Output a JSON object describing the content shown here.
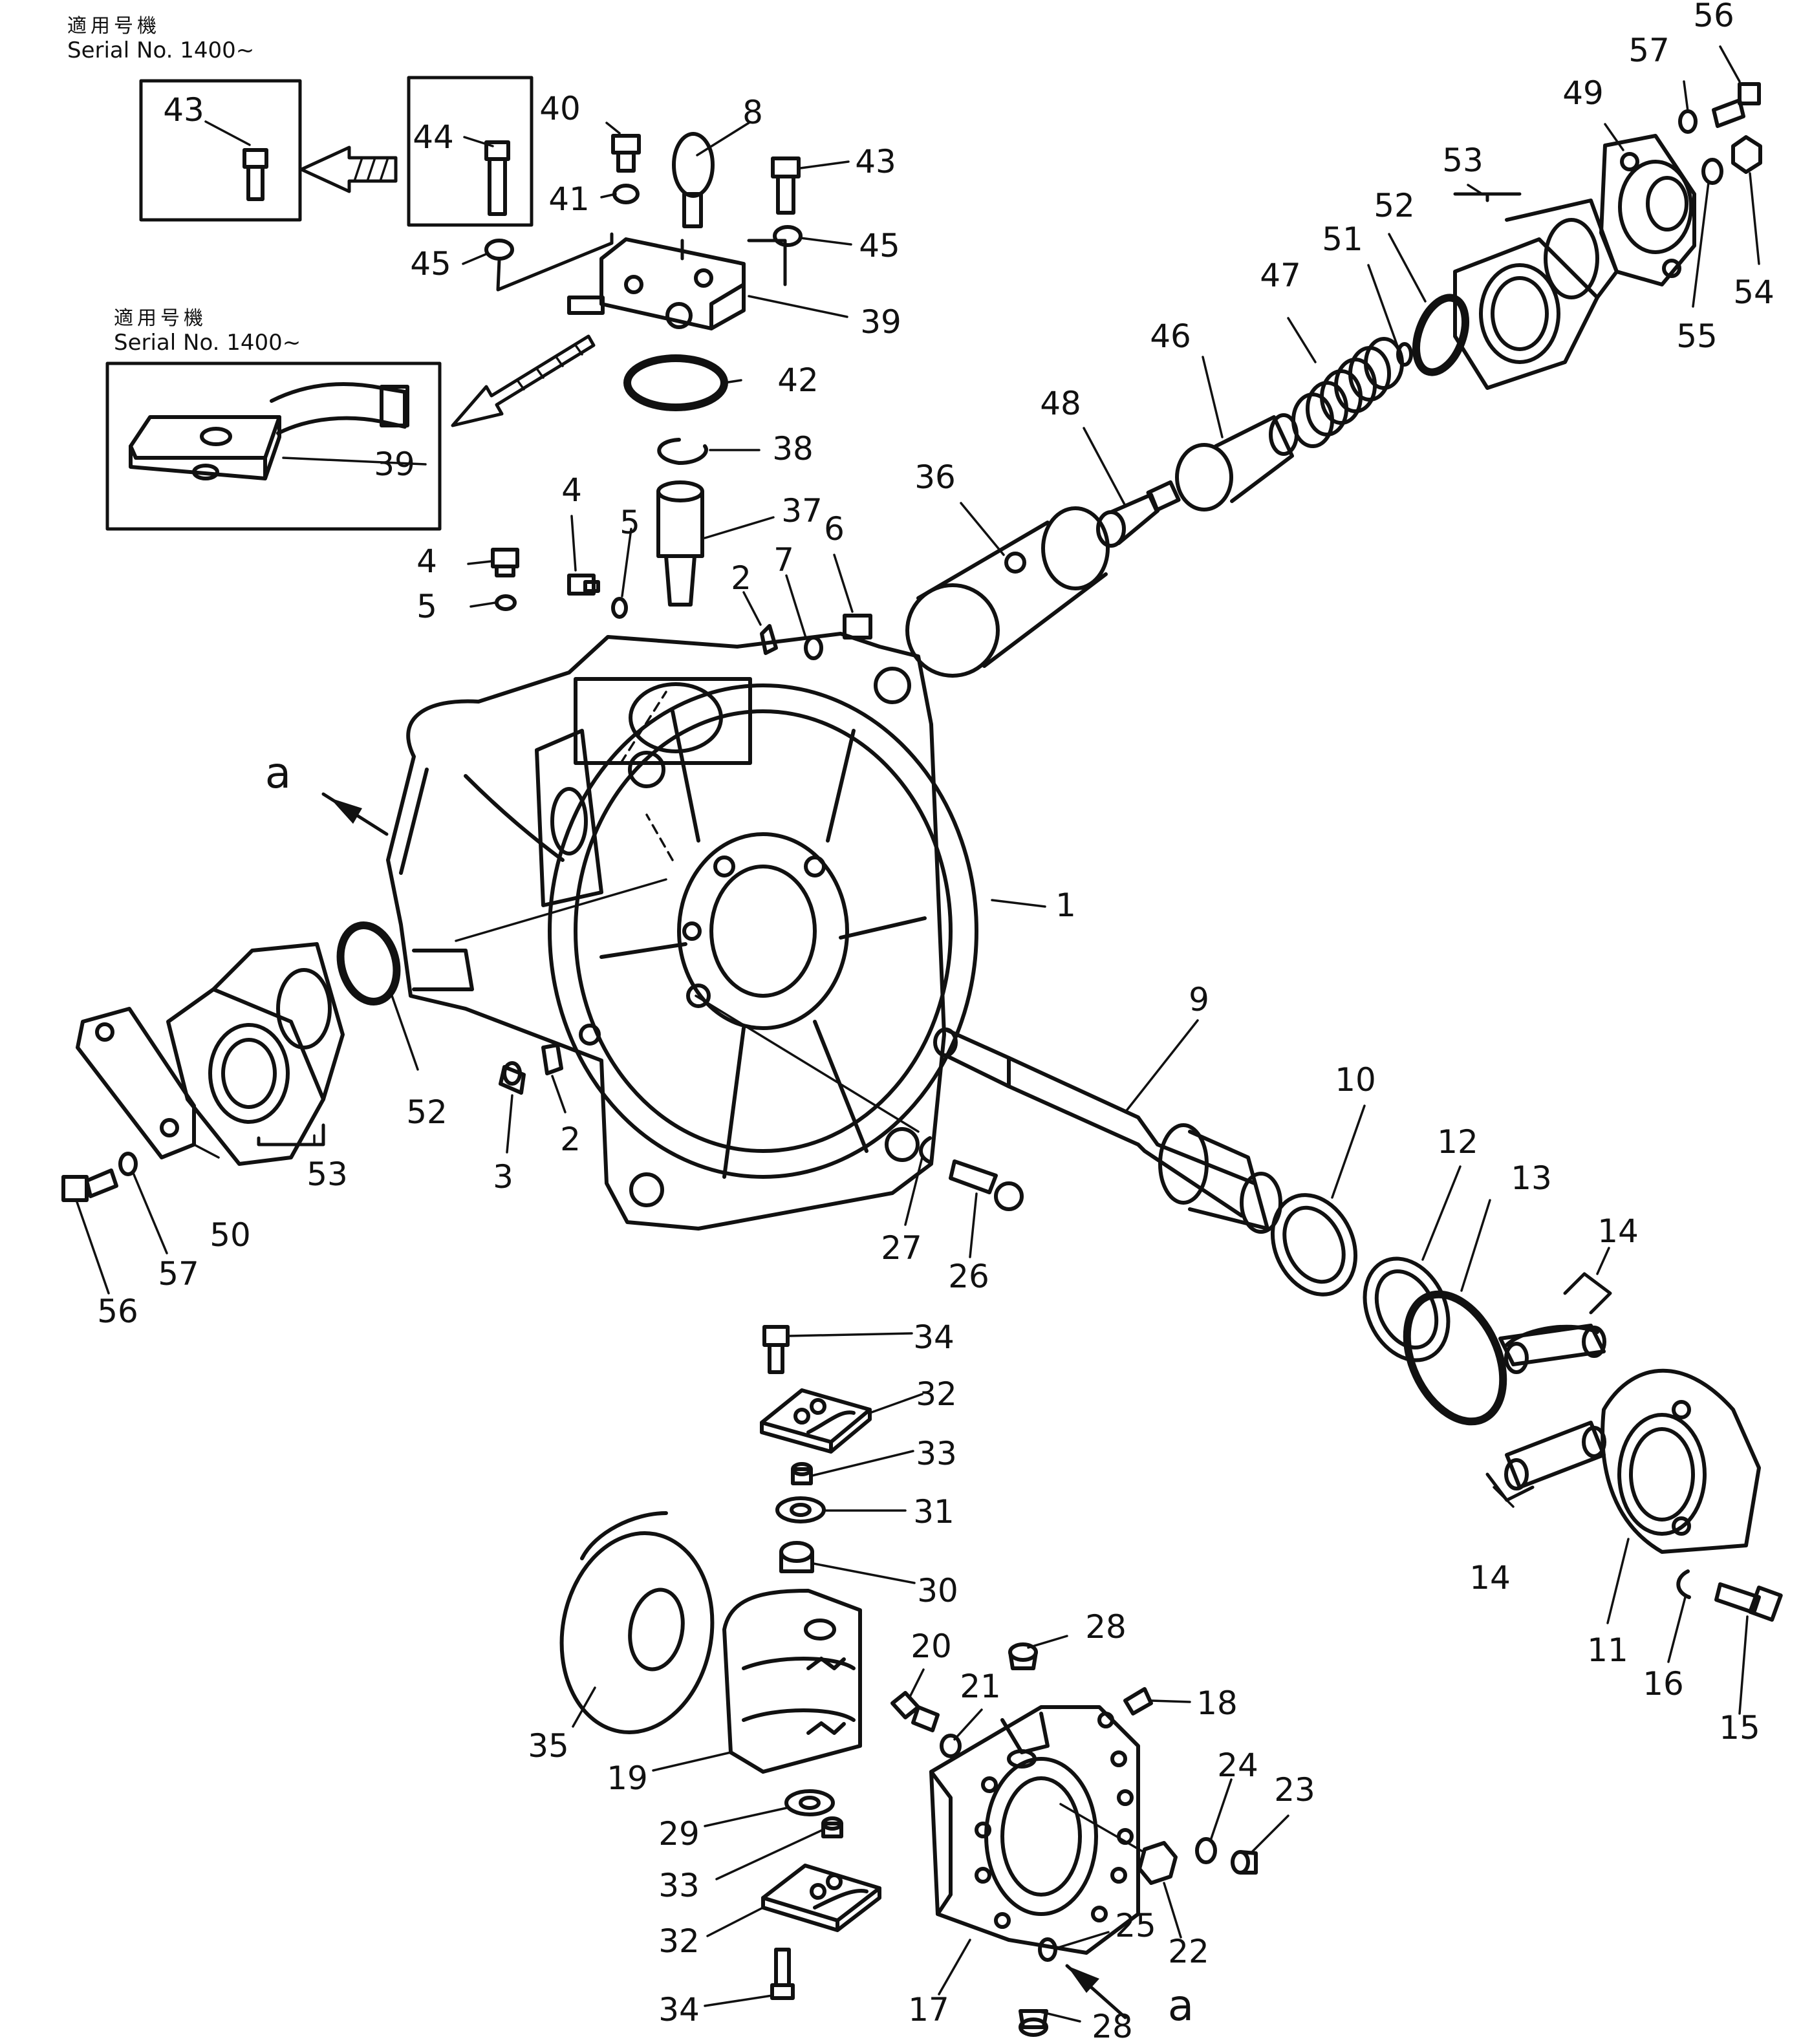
{
  "notes": {
    "top": {
      "line1": "適用号機",
      "line2": "Serial No. 1400~"
    },
    "mid": {
      "line1": "適用号機",
      "line2": "Serial  No. 1400~"
    }
  },
  "callouts": {
    "c43a": "43",
    "c44": "44",
    "c40": "40",
    "c8": "8",
    "c43b": "43",
    "c41": "41",
    "c45a": "45",
    "c45b": "45",
    "c39a": "39",
    "c42": "42",
    "c39b": "39",
    "c38": "38",
    "c37": "37",
    "c4a": "4",
    "c5a": "5",
    "c6": "6",
    "c4b": "4",
    "c5b": "5",
    "c2a": "2",
    "c7": "7",
    "c36": "36",
    "c48": "48",
    "c46": "46",
    "c47": "47",
    "c51": "51",
    "c52a": "52",
    "c53a": "53",
    "c49": "49",
    "c57a": "57",
    "c56a": "56",
    "c55": "55",
    "c54": "54",
    "cAa": "a",
    "c1": "1",
    "c9": "9",
    "c10": "10",
    "c12": "12",
    "c13": "13",
    "c14a": "14",
    "c14b": "14",
    "c11": "11",
    "c16": "16",
    "c15": "15",
    "c52b": "52",
    "c53b": "53",
    "c50": "50",
    "c57b": "57",
    "c56b": "56",
    "c3": "3",
    "c2b": "2",
    "c27": "27",
    "c26": "26",
    "c34a": "34",
    "c32a": "32",
    "c33a": "33",
    "c31": "31",
    "c30": "30",
    "c35": "35",
    "c19": "19",
    "c29": "29",
    "c33b": "33",
    "c32b": "32",
    "c34b": "34",
    "c20": "20",
    "c21": "21",
    "c28a": "28",
    "c18": "18",
    "c24": "24",
    "c23": "23",
    "c22": "22",
    "c25": "25",
    "c17": "17",
    "c28b": "28",
    "cAb": "a"
  }
}
